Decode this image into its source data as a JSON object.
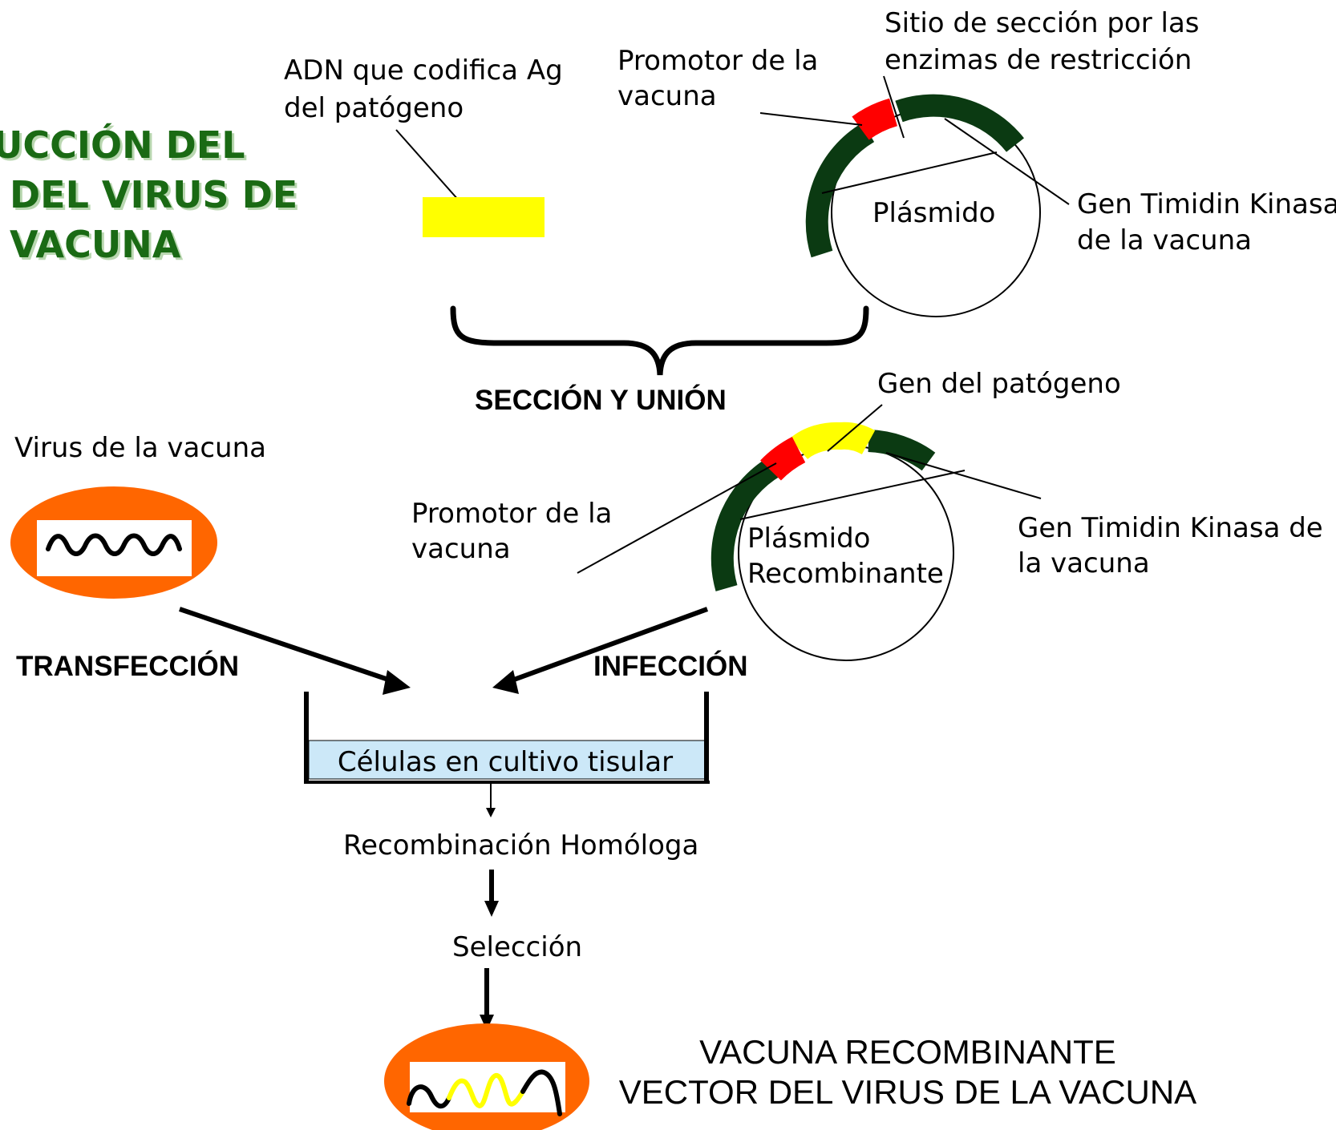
{
  "title": {
    "lines": [
      "UCCIÓN DEL",
      "DEL VIRUS DE",
      "VACUNA"
    ],
    "color": "#1a6a14"
  },
  "top": {
    "dna_label": [
      "ADN que codifica Ag",
      "del patógeno"
    ],
    "promoter_label": [
      "Promotor de la",
      "vacuna"
    ],
    "restriction_label": [
      "Sitio de sección por las",
      "enzimas de restricción"
    ],
    "plasmid_label": "Plásmido",
    "tk_label": [
      "Gen Timidin Kinasa",
      "de la vacuna"
    ],
    "brace_label": "SECCIÓN Y UNIÓN"
  },
  "middle": {
    "virus_label": "Virus de la vacuna",
    "pathogen_gene_label": "Gen del patógeno",
    "promoter_label": [
      "Promotor de la",
      "vacuna"
    ],
    "recomb_plasmid_label": [
      "Plásmido",
      "Recombinante"
    ],
    "tk_label": [
      "Gen Timidin Kinasa de",
      "la vacuna"
    ],
    "transfection_label": "TRANSFECCIÓN",
    "infection_label": "INFECCIÓN"
  },
  "bottom": {
    "culture_label": "Células en cultivo tisular",
    "recombination_label": "Recombinación Homóloga",
    "selection_label": "Selección",
    "result_label": [
      "VACUNA RECOMBINANTE",
      "VECTOR DEL VIRUS DE LA VACUNA"
    ]
  },
  "colors": {
    "gene_yellow": "#ffff00",
    "promoter_red": "#ff0000",
    "tk_dark_green": "#0b3a12",
    "virus_orange": "#ff6600",
    "culture_blue": "#cce8f8"
  }
}
